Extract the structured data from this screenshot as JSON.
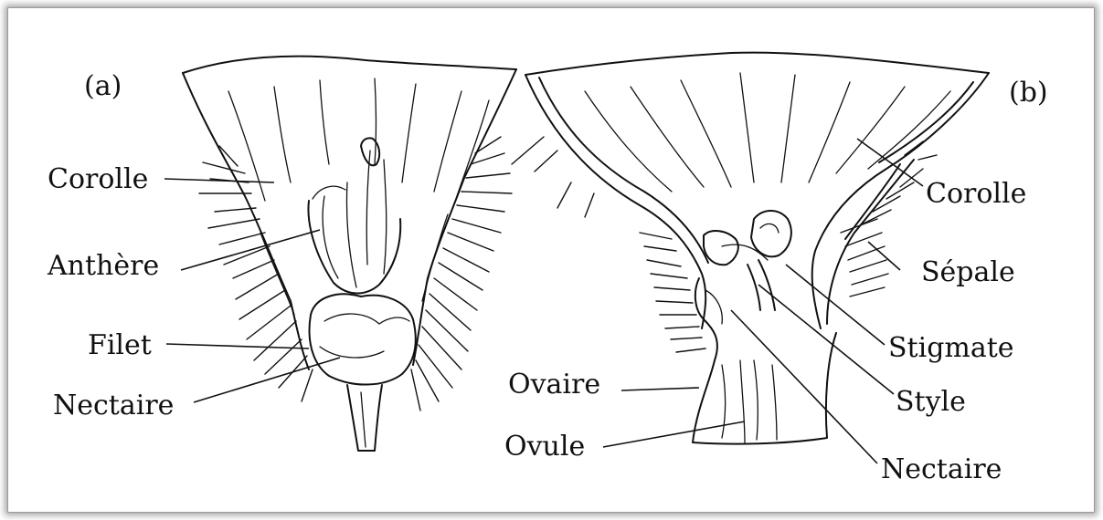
{
  "figure": {
    "panel_a": {
      "tag": "(a)",
      "labels": {
        "corolle": "Corolle",
        "anthere": "Anthère",
        "filet": "Filet",
        "nectaire": "Nectaire"
      }
    },
    "panel_b": {
      "tag": "(b)",
      "labels": {
        "corolle": "Corolle",
        "sepale": "Sépale",
        "stigmate": "Stigmate",
        "style": "Style",
        "ovaire": "Ovaire",
        "ovule": "Ovule",
        "nectaire": "Nectaire"
      }
    }
  }
}
